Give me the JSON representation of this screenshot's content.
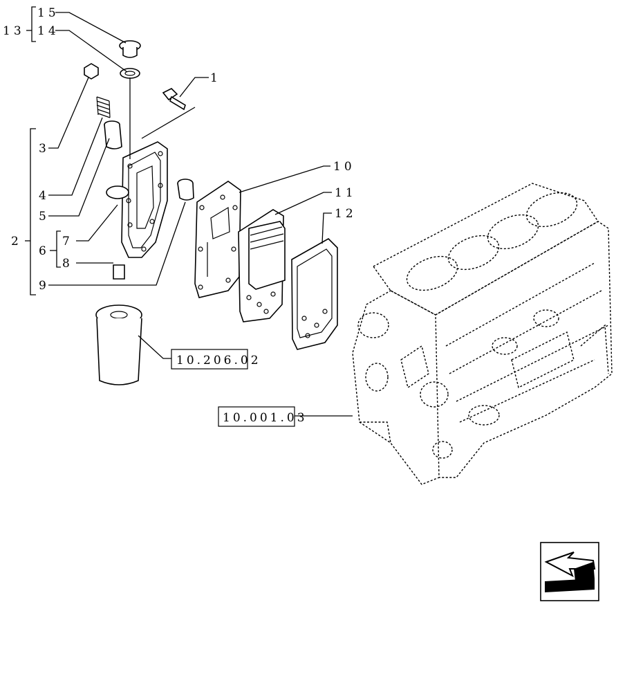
{
  "callouts": {
    "c1": "1",
    "c2": "2",
    "c3": "3",
    "c4": "4",
    "c5": "5",
    "c6": "6",
    "c7": "7",
    "c8": "8",
    "c9": "9",
    "c10": "10",
    "c11": "11",
    "c12": "12",
    "c13": "13",
    "c14": "14",
    "c15": "15"
  },
  "references": {
    "filter_ref": "10.206.02",
    "block_ref": "10.001.03"
  },
  "icons": {
    "nav": "back-arrow-icon"
  }
}
